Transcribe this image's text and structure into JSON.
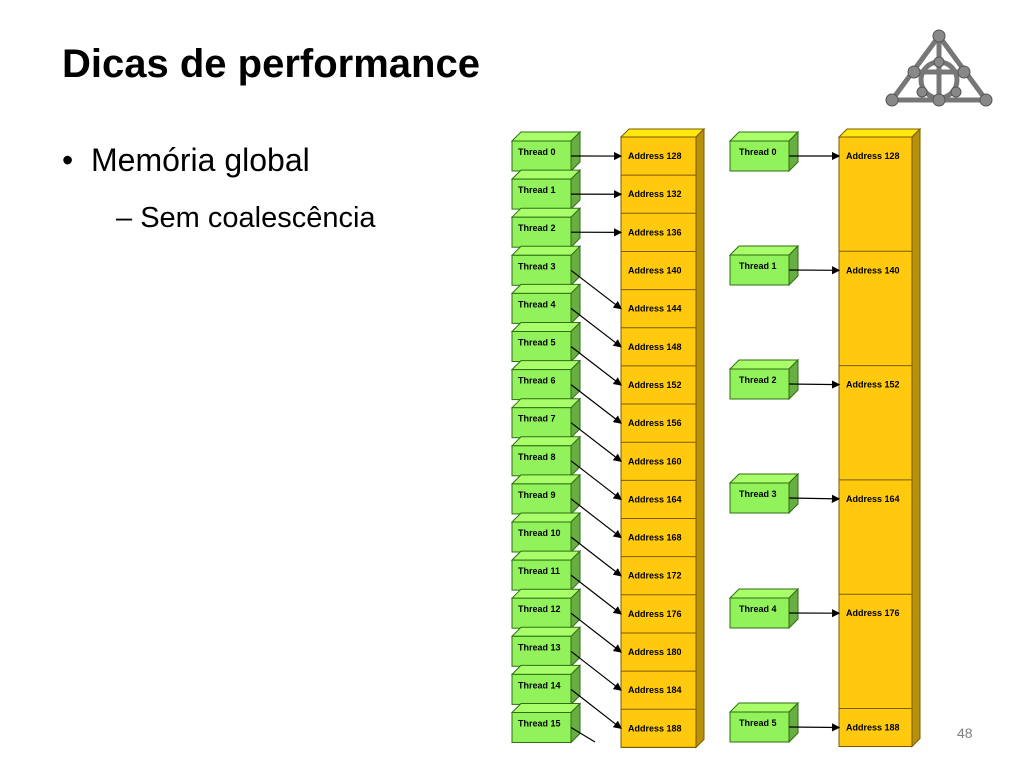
{
  "slide": {
    "title": "Dicas de performance",
    "bullet": "Memória global",
    "sub_prefix": "–",
    "sub_bullet": "Sem coalescência",
    "page_number": "48"
  },
  "colors": {
    "thread_fill": "#92f25c",
    "thread_border": "#2f6e14",
    "address_fill": "#ffc90e",
    "address_border": "#7a5c00"
  },
  "diagram": {
    "left_panel": {
      "threads": [
        "Thread 0",
        "Thread 1",
        "Thread 2",
        "Thread 3",
        "Thread 4",
        "Thread 5",
        "Thread 6",
        "Thread 7",
        "Thread 8",
        "Thread 9",
        "Thread 10",
        "Thread 11",
        "Thread 12",
        "Thread 13",
        "Thread 14",
        "Thread 15"
      ],
      "addresses": [
        "Address 128",
        "Address 132",
        "Address 136",
        "Address 140",
        "Address 144",
        "Address 148",
        "Address 152",
        "Address 156",
        "Address 160",
        "Address 164",
        "Address 168",
        "Address 172",
        "Address 176",
        "Address 180",
        "Address 184",
        "Address 188"
      ],
      "mapping": [
        0,
        1,
        2,
        4,
        5,
        6,
        7,
        8,
        9,
        10,
        11,
        12,
        13,
        14,
        15,
        16
      ]
    },
    "right_panel": {
      "threads": [
        "Thread 0",
        "Thread 1",
        "Thread 2",
        "Thread 3",
        "Thread 4",
        "Thread 5"
      ],
      "addresses": [
        "Address 128",
        "Address 140",
        "Address 152",
        "Address 164",
        "Address 176",
        "Address 188"
      ]
    }
  }
}
